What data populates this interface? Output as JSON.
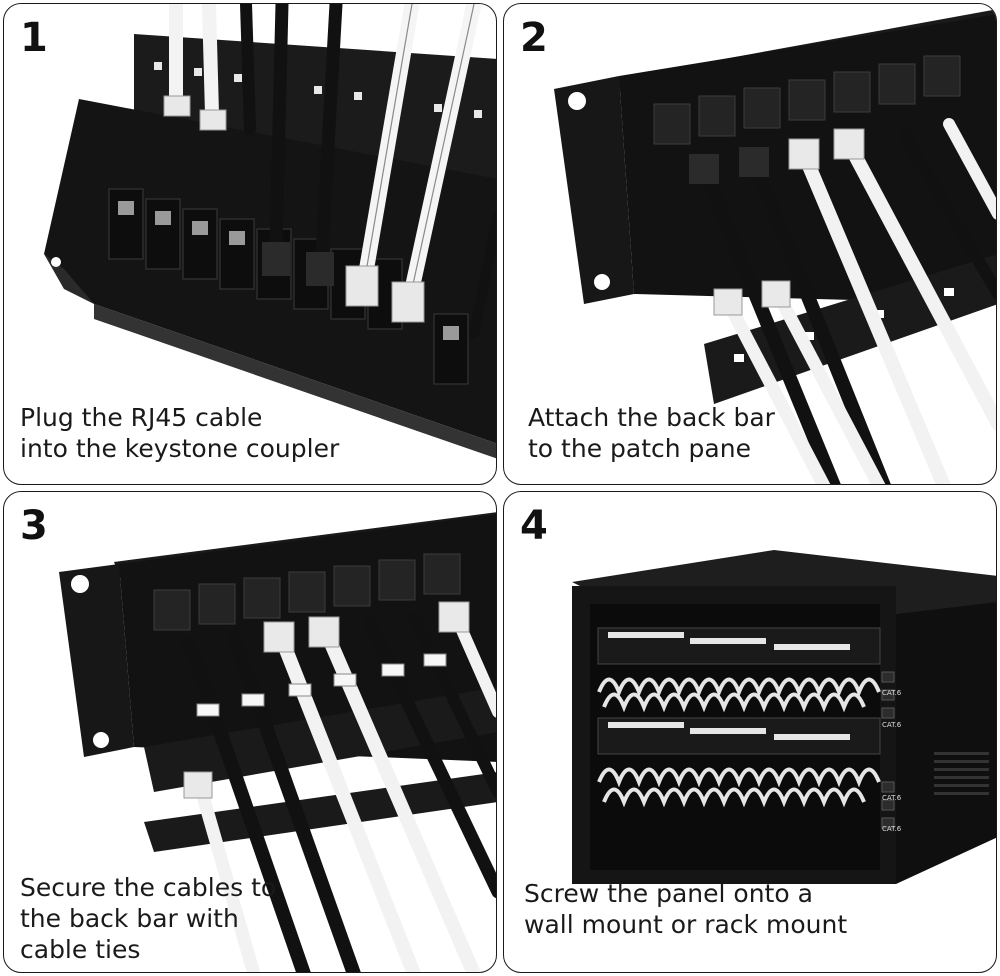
{
  "steps": [
    {
      "number": "1",
      "caption": [
        "Plug the RJ45 cable",
        "into the keystone coupler"
      ]
    },
    {
      "number": "2",
      "caption": [
        "Attach the back bar",
        "to the patch pane"
      ]
    },
    {
      "number": "3",
      "caption": [
        "Secure the cables to",
        "the back bar with",
        "cable ties"
      ]
    },
    {
      "number": "4",
      "caption": [
        "Screw the panel onto a",
        "wall mount or rack mount"
      ]
    }
  ],
  "port_labels": {
    "cat6": "CAT.6"
  },
  "colors": {
    "panel_black": "#151515",
    "cable_white": "#f2f2f2",
    "border": "#1a1a1a"
  }
}
